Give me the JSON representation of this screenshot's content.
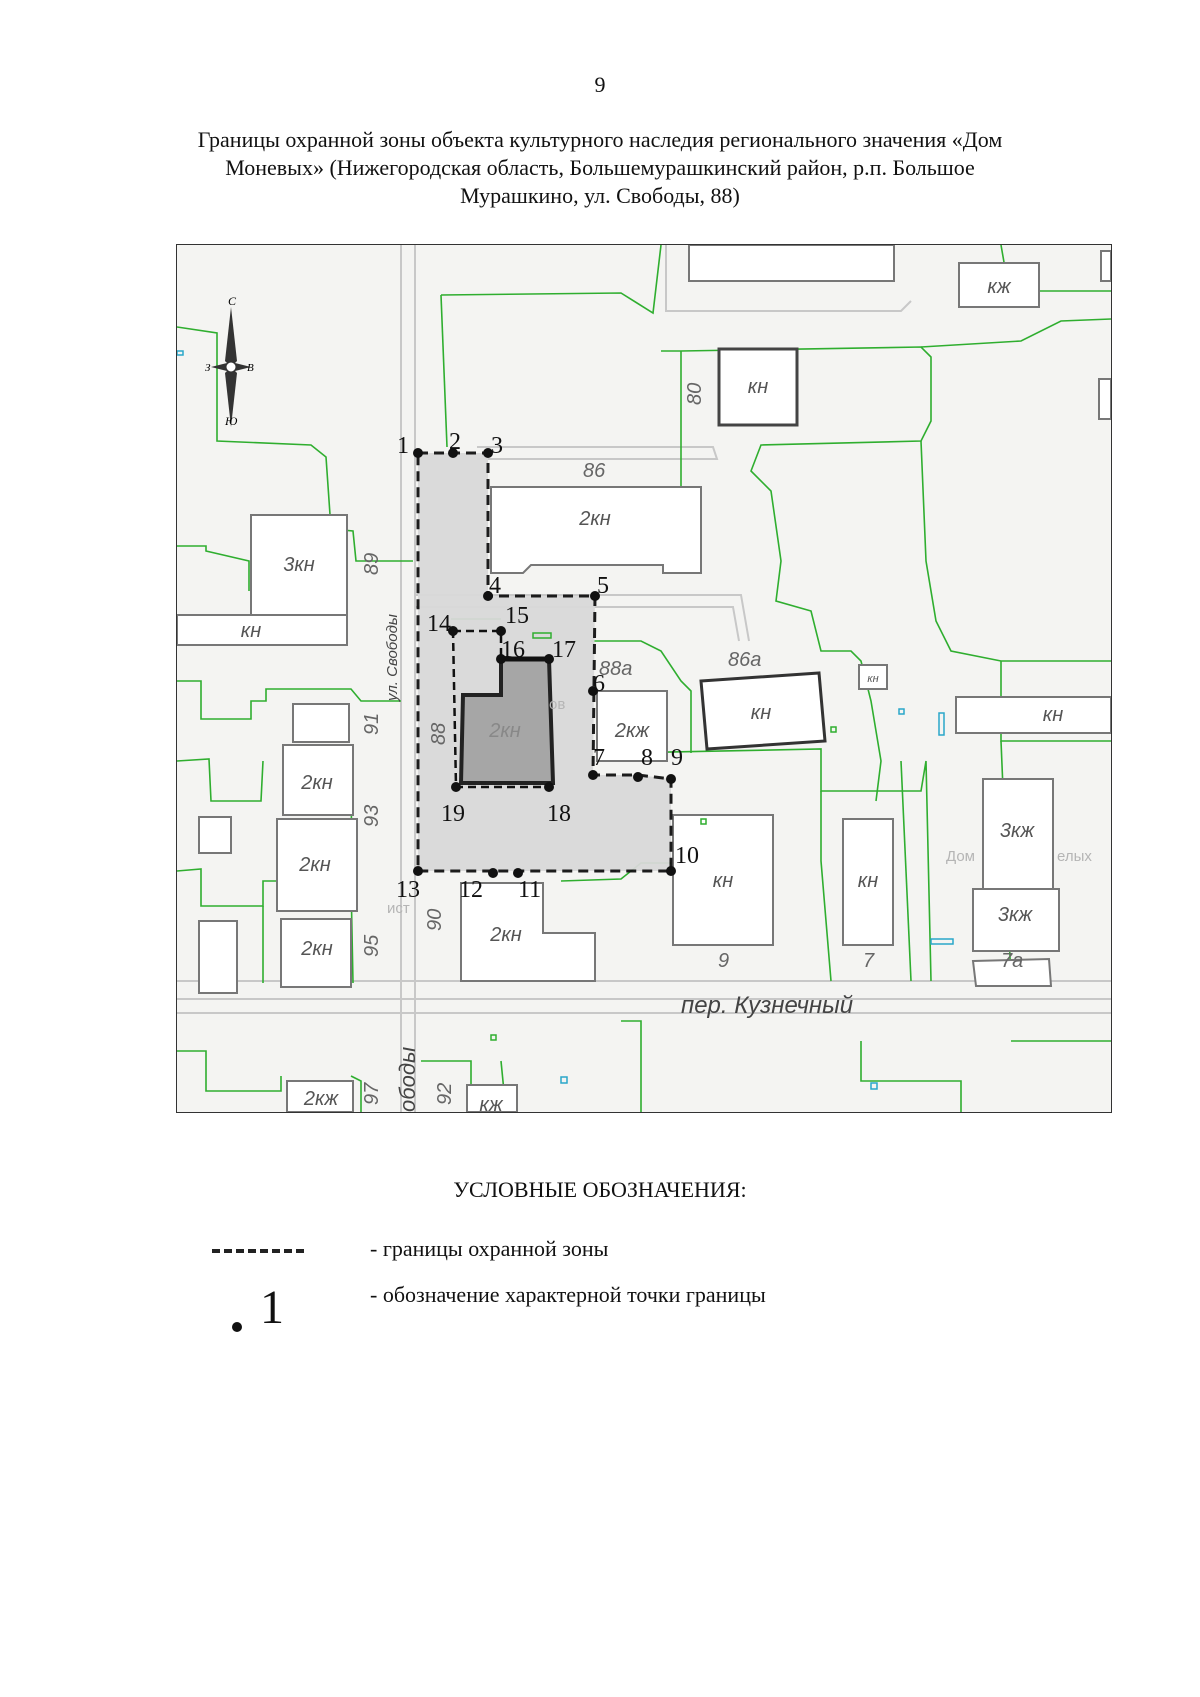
{
  "page_number": "9",
  "title": "Границы охранной зоны объекта культурного наследия регионального значения «Дом Моневых» (Нижегородская область, Большемурашкинский район, р.п. Большое Мурашкино, ул. Свободы, 88)",
  "map": {
    "compass": {
      "north": "С",
      "south": "Ю",
      "west": "З",
      "east": "В"
    },
    "streets": {
      "svobody": "ул. Свободы",
      "svobody_bottom": "ободы",
      "kuznechny": "пер. Кузнечный"
    },
    "house_numbers": [
      "80",
      "86",
      "89",
      "91",
      "88",
      "93",
      "90",
      "95",
      "97",
      "92",
      "86а",
      "88а",
      "9",
      "7",
      "7а"
    ],
    "building_labels": [
      "кж",
      "кн",
      "2кн",
      "3кн",
      "кн",
      "2кн",
      "кн",
      "кн",
      "2кж",
      "кн",
      "2кн",
      "2кн",
      "2кн",
      "кн",
      "кн",
      "3кж",
      "3кж",
      "2кн",
      "2кж",
      "кж"
    ],
    "faint_labels": [
      "Дом",
      "елых",
      "ист",
      "ов"
    ],
    "boundary_points": [
      "1",
      "2",
      "3",
      "4",
      "5",
      "6",
      "7",
      "8",
      "9",
      "10",
      "11",
      "12",
      "13",
      "14",
      "15",
      "16",
      "17",
      "18",
      "19"
    ]
  },
  "legend": {
    "heading": "УСЛОВНЫЕ ОБОЗНАЧЕНИЯ:",
    "items": [
      {
        "symbol": "dashed-line",
        "text": "- границы охранной зоны"
      },
      {
        "symbol": "point",
        "sample": "1",
        "text": "- обозначение характерной точки границы"
      }
    ]
  },
  "colors": {
    "cadastral_lines": "#2fae2f",
    "buildings": "#7a7a7a",
    "protection_zone_fill": "#d9d9d9",
    "heritage_building_fill": "#a6a6a6",
    "boundary": "#111111"
  }
}
